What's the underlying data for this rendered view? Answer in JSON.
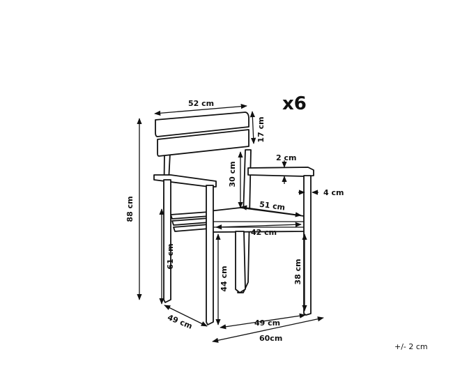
{
  "quantity": "x6",
  "tolerance": "+/- 2 cm",
  "dimensions": {
    "width_top": "52 cm",
    "backrest_height": "17 cm",
    "total_height": "88 cm",
    "armrest_height": "30 cm",
    "armrest_thickness": "2 cm",
    "armrest_width": "4 cm",
    "seat_depth": "51 cm",
    "seat_width": "42 cm",
    "seat_height_front": "61 cm",
    "leg_height": "44 cm",
    "seat_height_back": "38 cm",
    "depth_side": "49 cm",
    "width_front": "49 cm",
    "total_width": "60cm"
  }
}
